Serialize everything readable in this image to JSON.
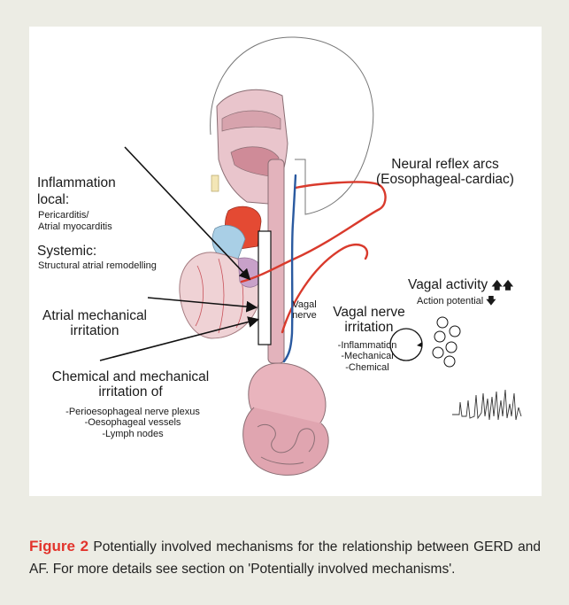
{
  "labels": {
    "inflammation": "Inflammation",
    "local": "local:",
    "pericarditis": "Pericarditis/",
    "atrial_myocarditis": "Atrial myocarditis",
    "systemic": "Systemic:",
    "structural_remodelling": "Structural atrial remodelling",
    "atrial_mech_1": "Atrial mechanical",
    "atrial_mech_2": "irritation",
    "chem_mech_1": "Chemical and mechanical",
    "chem_mech_2": "irritation of",
    "perioesophageal_plexus": "-Perioesophageal nerve plexus",
    "oesophageal_vessels": "-Oesophageal vessels",
    "lymph_nodes": "-Lymph nodes",
    "neural_reflex_1": "Neural reflex arcs",
    "neural_reflex_2": "(Eosophageal-cardiac)",
    "vagal_1": "Vagal",
    "vagal_2": "nerve",
    "vni_1": "Vagal nerve",
    "vni_2": "irritation",
    "vni_inflammation": "-Inflammation",
    "vni_mechanical": "-Mechanical",
    "vni_chemical": "-Chemical",
    "vagal_activity": "Vagal activity",
    "action_potential": "Action potential"
  },
  "caption": {
    "figure_label": "Figure 2",
    "text": "Potentially involved mechanisms for the relationship between GERD and AF. For more details see section on 'Potentially involved mechanisms'."
  },
  "colors": {
    "background": "#ecece4",
    "panel": "#ffffff",
    "figure_label": "#e2342c",
    "reflex_arc": "#d93a2c",
    "vagal_nerve": "#2a5aa0",
    "esophagus": "#e3b3bc"
  }
}
